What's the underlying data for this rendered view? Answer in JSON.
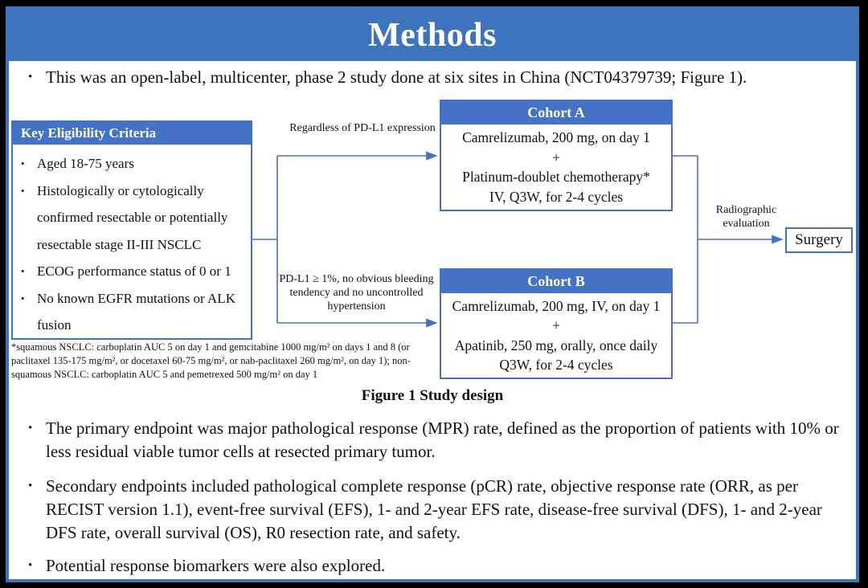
{
  "title": "Methods",
  "intro_bullet": "This was an open-label, multicenter, phase 2 study done at six sites in China (NCT04379739; Figure 1).",
  "figure": {
    "caption": "Figure 1 Study design",
    "eligibility": {
      "header": "Key Eligibility Criteria",
      "items": [
        "Aged 18-75 years",
        "Histologically or cytologically confirmed resectable or potentially resectable stage II-III NSCLC",
        "ECOG performance status of 0 or 1",
        "No known EGFR mutations or ALK fusion"
      ]
    },
    "branch_labels": {
      "top": "Regardless of PD-L1 expression",
      "bottom": "PD-L1 ≥ 1%, no obvious bleeding tendency and no uncontrolled hypertension"
    },
    "cohort_a": {
      "header": "Cohort A",
      "lines": [
        "Camrelizumab, 200 mg, on day 1",
        "+",
        "Platinum-doublet chemotherapy*",
        "IV, Q3W, for 2-4 cycles"
      ]
    },
    "cohort_b": {
      "header": "Cohort B",
      "lines": [
        "Camrelizumab, 200 mg, IV, on day 1",
        "+",
        "Apatinib, 250 mg, orally, once daily",
        "Q3W, for 2-4 cycles"
      ]
    },
    "evaluation_label": "Radiographic evaluation",
    "surgery": "Surgery",
    "footnote": "*squamous NSCLC: carboplatin AUC 5 on day 1 and gemcitabine 1000 mg/m² on days 1 and 8 (or paclitaxel 135-175 mg/m², or docetaxel 60-75 mg/m², or nab-paclitaxel 260 mg/m², on day 1); non-squamous NSCLC: carboplatin AUC 5 and pemetrexed 500 mg/m² on day 1"
  },
  "bullets": [
    "The primary endpoint was major pathological response (MPR) rate, defined as the proportion of patients with 10% or less residual viable tumor cells at resected primary tumor.",
    "Secondary endpoints included pathological complete response (pCR) rate, objective response rate (ORR, as per RECIST version 1.1), event-free survival (EFS), 1- and 2-year EFS rate, disease-free survival (DFS), 1- and 2-year DFS rate, overall survival (OS), R0 resection rate, and safety.",
    "Potential response biomarkers were also explored."
  ],
  "colors": {
    "frame_blue": "#3E74BE",
    "box_header_blue": "#4472C4",
    "connector_blue": "#4472C4",
    "title_text": "#FFFFFF",
    "body_text": "#111111"
  }
}
